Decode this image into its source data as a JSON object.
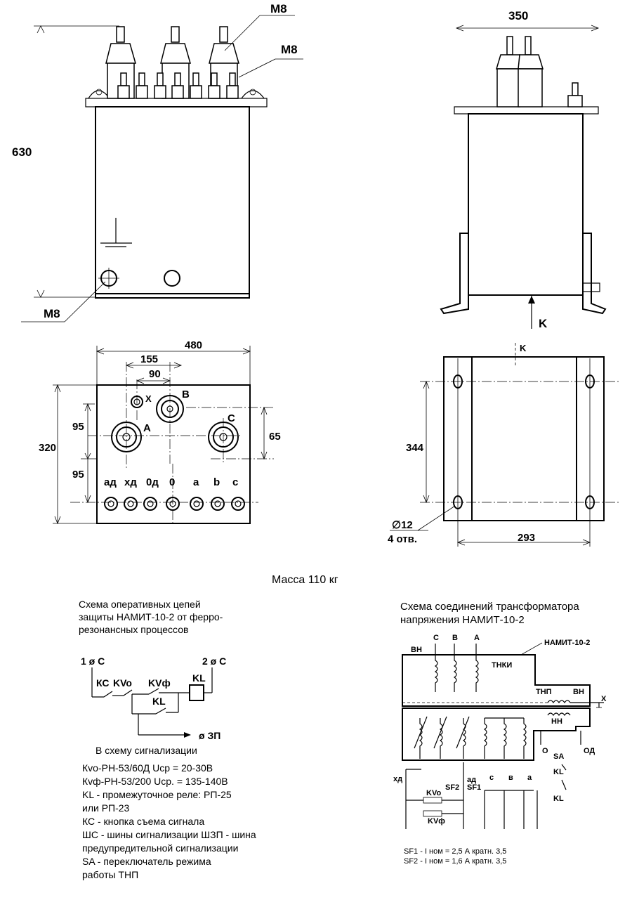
{
  "dims": {
    "m8_top": "M8",
    "m8_side": "M8",
    "m8_bottom": "M8",
    "height_630": "630",
    "width_350": "350",
    "k_view": "K",
    "width_480": "480",
    "dim_155": "155",
    "dim_90": "90",
    "dim_320": "320",
    "dim_95_top": "95",
    "dim_95_bottom": "95",
    "dim_65": "65",
    "k_top": "K",
    "dim_344": "344",
    "dim_293": "293",
    "hole_dia": "∅12",
    "hole_count": "4 отв."
  },
  "terminals": {
    "hv": [
      "A",
      "B",
      "C"
    ],
    "x": "X",
    "lv_labels": [
      "ад",
      "хд",
      "0д",
      "0",
      "a",
      "b",
      "c"
    ]
  },
  "mass": "Масса 110 кг",
  "protection": {
    "title_lines": [
      "Схема оперативных цепей",
      "защиты НАМИТ-10-2 от ферро-",
      "резонансных процессов"
    ],
    "bus1": "1 ø С",
    "bus2": "2 ø С",
    "ks": "КС",
    "kvo": "KVo",
    "kvf": "KVф",
    "kl_coil": "KL",
    "kl_contact": "KL",
    "zp": "ø ЗП",
    "signal": "В схему сигнализации",
    "legend": [
      "Кvо-РН-53/60Д Uср  = 20-30В",
      "Кvф-РН-53/200 Uср. = 135-140В",
      "KL - промежуточное реле: РП-25",
      "или РП-23",
      "КС - кнопка съема сигнала",
      "ШС - шины сигнализации ШЗП - шина",
      "предупредительной сигнализации",
      "SA - переключатель режима",
      "работы ТНП"
    ]
  },
  "connection": {
    "title_lines": [
      "Схема соединений трансформатора",
      "напряжения НАМИТ-10-2"
    ],
    "vn": "ВН",
    "phases": [
      "С",
      "В",
      "А"
    ],
    "model": "НАМИТ-10-2",
    "tnki": "ТНКИ",
    "tnp": "ТНП",
    "vn2": "ВН",
    "x": "Х",
    "nn": "НН",
    "o": "О",
    "od": "ОД",
    "sa": "SA",
    "kl1": "KL",
    "kl2": "KL",
    "xd": "хд",
    "kvo": "KVo",
    "sf2": "SF2",
    "ad": "ад",
    "sf1": "SF1",
    "c": "с",
    "v": "в",
    "a": "а",
    "kvf": "KVф",
    "notes": [
      "SF1 - I ном = 2,5 А кратн. 3,5",
      "SF2 - I ном = 1,6 А кратн. 3,5"
    ]
  }
}
